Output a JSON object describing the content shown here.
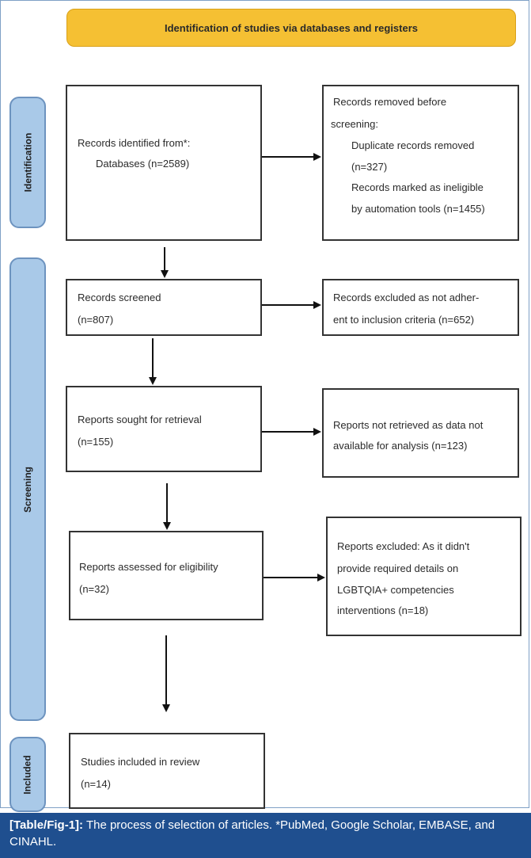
{
  "banner": "Identification of studies via databases and registers",
  "phases": {
    "identification": "Identification",
    "screening": "Screening",
    "included": "Included"
  },
  "boxes": {
    "identified": [
      "Records identified from*:",
      "Databases (n=2589)"
    ],
    "removed": [
      "Records removed before",
      "screening:",
      "Duplicate records removed",
      "(n=327)",
      "Records marked as ineligible",
      "by automation tools (n=1455)"
    ],
    "screened": [
      "Records screened",
      "(n=807)"
    ],
    "excluded_screen": [
      "Records excluded as not adher-",
      "ent to inclusion criteria (n=652)"
    ],
    "sought": [
      "Reports sought for retrieval",
      "(n=155)"
    ],
    "not_retrieved": [
      "Reports not retrieved as data not",
      "available for analysis (n=123)"
    ],
    "assessed": [
      "Reports assessed for eligibility",
      "(n=32)"
    ],
    "excluded_reports": [
      "Reports excluded: As it didn't",
      "provide required details on",
      "LGBTQIA+ competencies",
      "interventions (n=18)"
    ],
    "included": [
      "Studies included in review",
      "(n=14)"
    ]
  },
  "caption": {
    "label": "[Table/Fig-1]:",
    "text": " The process of selection of articles. *PubMed, Google Scholar, EMBASE, and CINAHL."
  }
}
